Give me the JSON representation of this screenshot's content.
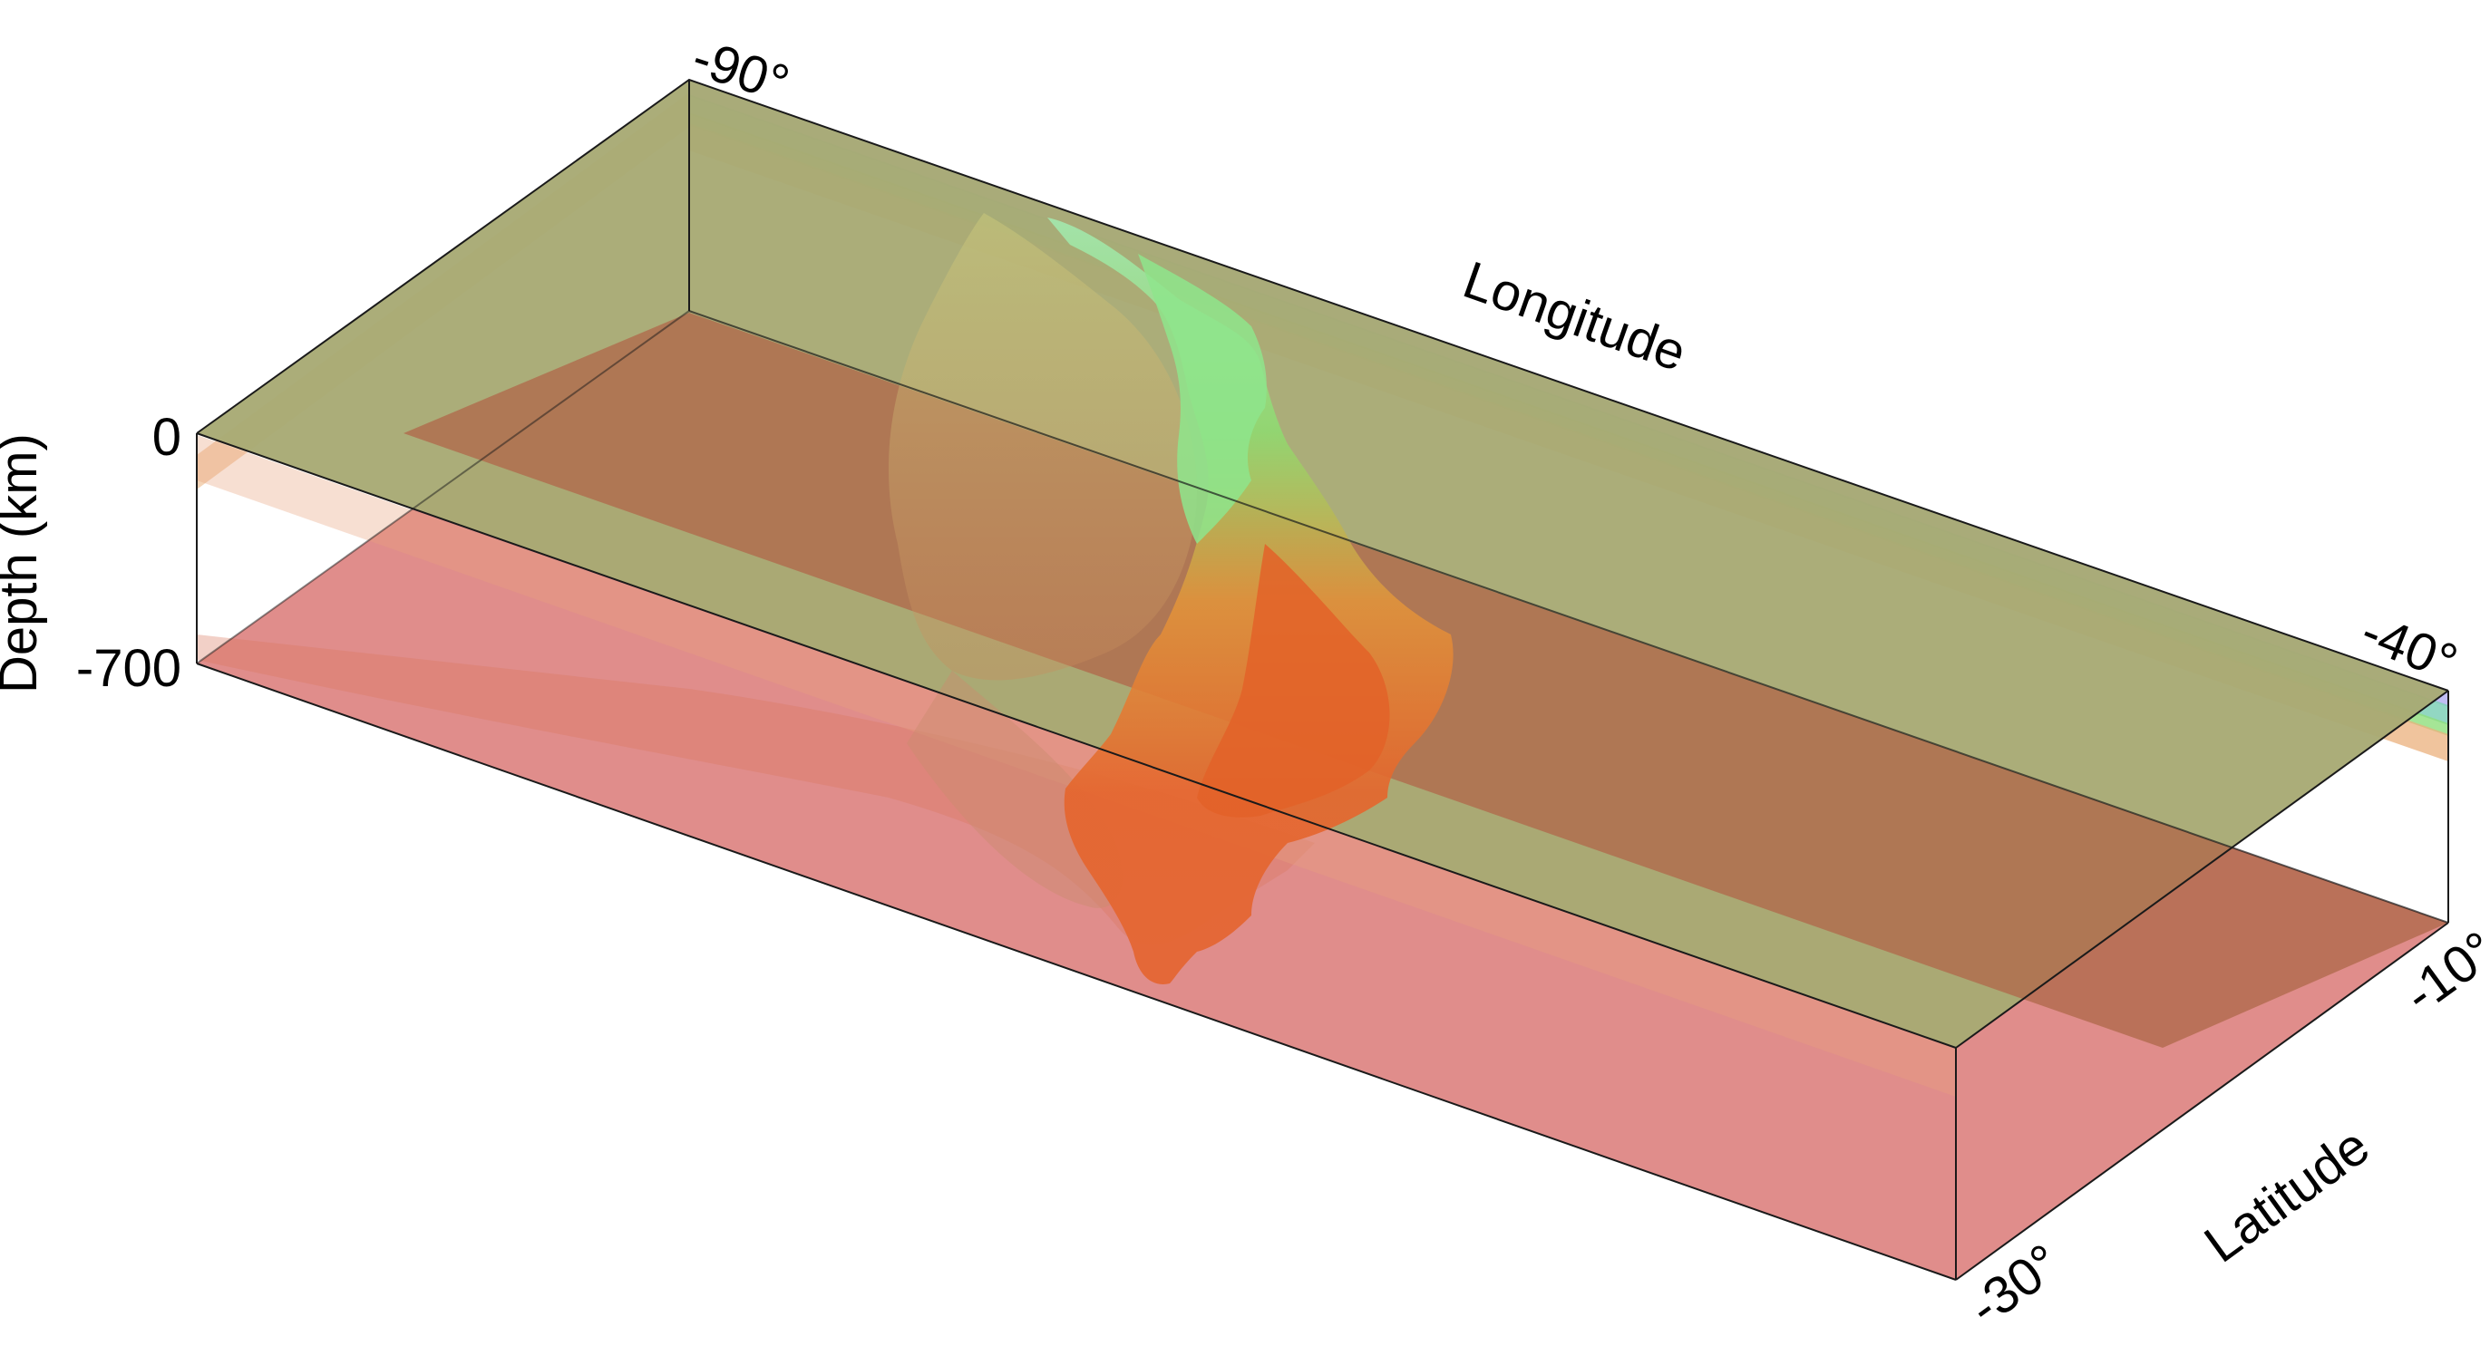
{
  "figure": {
    "longitude_label": "Longitude",
    "latitude_label": "Latitude",
    "depth_label": "Depth (km)",
    "lon_min_tick": "-90°",
    "lon_max_tick": "-40°",
    "lat_max_tick": "-10°",
    "lat_min_tick": "-30°",
    "depth_top_tick": "0",
    "depth_bottom_tick": "-700"
  },
  "colors": {
    "surface_slab": "#9fa46a",
    "deep_slab": "#e07a77",
    "blue_layer": "#b9b6f2",
    "teal_layer": "#7fd0b7",
    "green_layer": "#8ede7c",
    "orange_layer": "#ebb07c",
    "subduction_top": "#86e58a",
    "subduction_deep": "#e56a2c",
    "box_edge": "#1a1a1a"
  }
}
